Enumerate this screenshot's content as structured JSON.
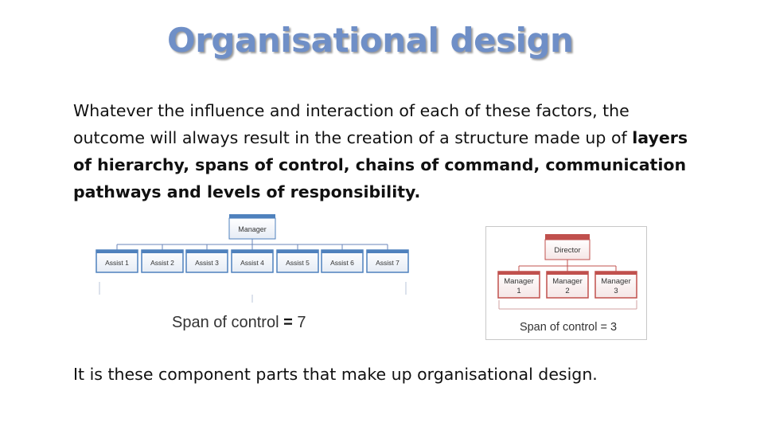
{
  "slide": {
    "title": "Organisational design",
    "body_normal": "Whatever the influence and interaction of each of these factors, the outcome will always result in the creation of a structure made up of ",
    "body_bold": "layers of hierarchy, spans of control, chains of command, communication pathways and levels of responsibility.",
    "footer": "It is these component parts that make up organisational design."
  },
  "diagram_left": {
    "top_label": "Manager",
    "children": [
      "Assist 1",
      "Assist 2",
      "Assist 3",
      "Assist 4",
      "Assist 5",
      "Assist 6",
      "Assist 7"
    ],
    "caption_text": "Span of control ",
    "caption_eq": "=",
    "caption_value": " 7",
    "box_color": "#4f81bd"
  },
  "diagram_right": {
    "top_label": "Director",
    "children": [
      {
        "line1": "Manager",
        "line2": "1"
      },
      {
        "line1": "Manager",
        "line2": "2"
      },
      {
        "line1": "Manager",
        "line2": "3"
      }
    ],
    "caption": "Span of control = 3",
    "box_color": "#c0504d"
  }
}
